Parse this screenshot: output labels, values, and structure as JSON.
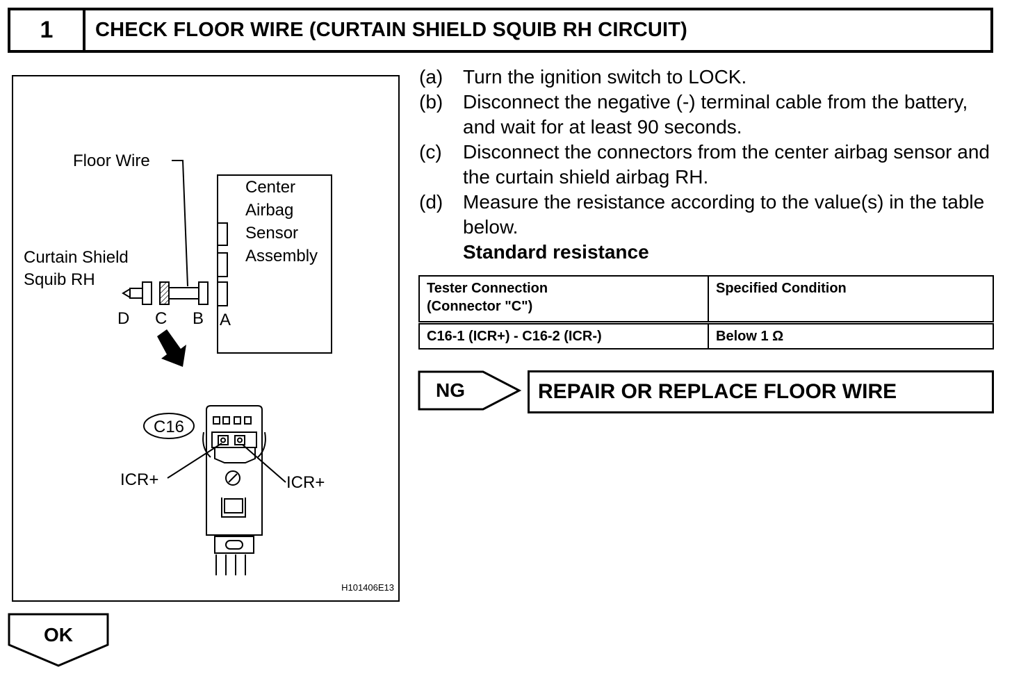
{
  "header": {
    "step_number": "1",
    "title": "CHECK FLOOR WIRE (CURTAIN SHIELD SQUIB RH CIRCUIT)"
  },
  "figure": {
    "floor_wire_label": "Floor Wire",
    "sensor_label_lines": [
      "Center",
      "Airbag",
      "Sensor",
      "Assembly"
    ],
    "squib_label_lines": [
      "Curtain Shield",
      "Squib RH"
    ],
    "connector_letters": [
      "D",
      "C",
      "B",
      "A"
    ],
    "connector_id": "C16",
    "terminal_left": "ICR+",
    "terminal_right": "ICR+",
    "figure_code": "H101406E13"
  },
  "instructions": [
    {
      "letter": "(a)",
      "text": "Turn the ignition switch to LOCK."
    },
    {
      "letter": "(b)",
      "text": "Disconnect the negative (-) terminal cable from the battery, and wait for at least 90 seconds."
    },
    {
      "letter": "(c)",
      "text": "Disconnect the connectors from the center airbag sensor and the curtain shield airbag RH."
    },
    {
      "letter": "(d)",
      "text": "Measure the resistance according to the value(s) in the table below."
    }
  ],
  "standard_resistance_label": "Standard resistance",
  "table": {
    "headers": [
      "Tester Connection\n(Connector \"C\")",
      "Specified Condition"
    ],
    "rows": [
      [
        "C16-1 (ICR+) - C16-2 (ICR-)",
        "Below 1 Ω"
      ]
    ]
  },
  "ng": {
    "label": "NG",
    "result": "REPAIR OR REPLACE FLOOR WIRE"
  },
  "ok": {
    "label": "OK"
  }
}
